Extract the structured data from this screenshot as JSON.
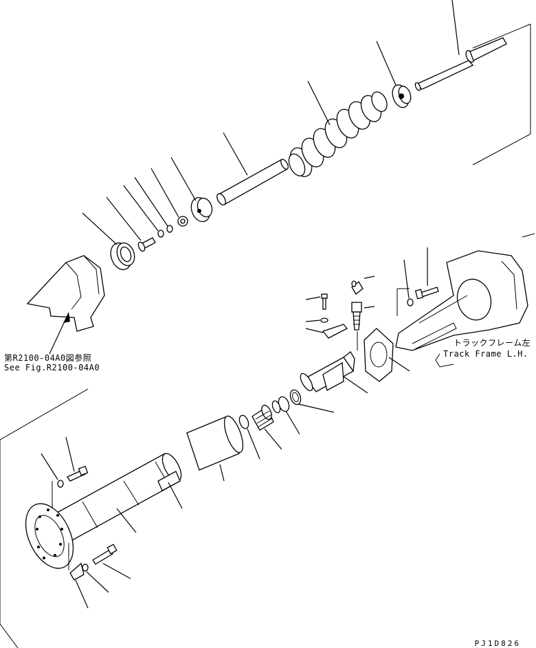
{
  "references": {
    "ref_jp": "第R2100-04A0図参照",
    "ref_en": "See Fig.R2100-04A0",
    "frame_jp": "トラックフレーム左",
    "frame_en": "Track Frame L.H."
  },
  "drawing_code": "PJ1D826"
}
